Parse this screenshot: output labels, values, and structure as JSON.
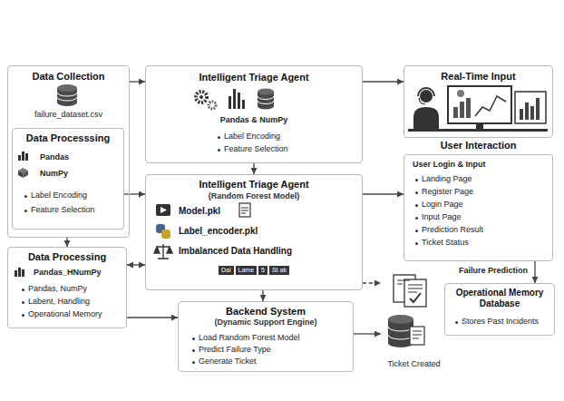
{
  "diagram": {
    "nodes": [
      {
        "text": [
          "Data Collection",
          "failure_dataset.csv"
        ]
      },
      {
        "text": [
          "Data Processsing",
          "Pandas",
          "NumPy",
          "Label Encoding",
          "Feature Selection"
        ],
        "in": 0
      },
      {
        "text": [
          "Intelligent Triage Agent",
          "Pandas & NumPy",
          "Label Encoding",
          "Feature Selection"
        ]
      },
      {
        "text": [
          "Real-Time Input"
        ]
      },
      {
        "text": [
          "User Interaction",
          "User Login & Input",
          "Landing Page",
          "Register Page",
          "Login Page",
          "Input Page",
          "Prediction Result",
          "Ticket Status"
        ]
      },
      {
        "text": [
          "Intelligent Triage Agent",
          "(Random Forest Model)",
          "Model.pkl",
          "Label_encoder.pkl",
          "Imbalanced Data Handling",
          "Dal",
          "Lame",
          "5",
          "St ak"
        ]
      },
      {
        "text": [
          "Data Processing",
          "Pandas_HNumPy",
          "Pandas, NumPy",
          "Labent, Handling",
          "Operational Memory"
        ]
      },
      {
        "text": [
          "Operational Memory Database",
          "Stores Past Incidents"
        ]
      },
      {
        "text": [
          "Backend System",
          "(Dynamic Support Engine)",
          "Load Random Forest Model",
          "Predict Failure Type",
          "Generate Ticket"
        ]
      },
      {
        "text": [
          "Ticket Created"
        ]
      }
    ],
    "edges": [
      {
        "from": 0,
        "to": 2,
        "arrow": "to"
      },
      {
        "from": 2,
        "to": 3,
        "arrow": "to"
      },
      {
        "from": 2,
        "to": 5,
        "arrow": "to"
      },
      {
        "from": 1,
        "to": 5,
        "arrow": "to"
      },
      {
        "from": 5,
        "to": 4,
        "arrow": "to"
      },
      {
        "from": 0,
        "to": 6,
        "arrow": "to"
      },
      {
        "from": 6,
        "to": 5,
        "arrow": "both"
      },
      {
        "from": 6,
        "to": 8,
        "arrow": "to"
      },
      {
        "from": 5,
        "to": 8,
        "arrow": "to"
      },
      {
        "from": 5,
        "to": 9,
        "arrow": "to"
      },
      {
        "from": 8,
        "to": 9,
        "arrow": "to"
      },
      {
        "from": 4,
        "to": 7,
        "label": "Failure Prediction",
        "arrow": "to"
      }
    ]
  }
}
